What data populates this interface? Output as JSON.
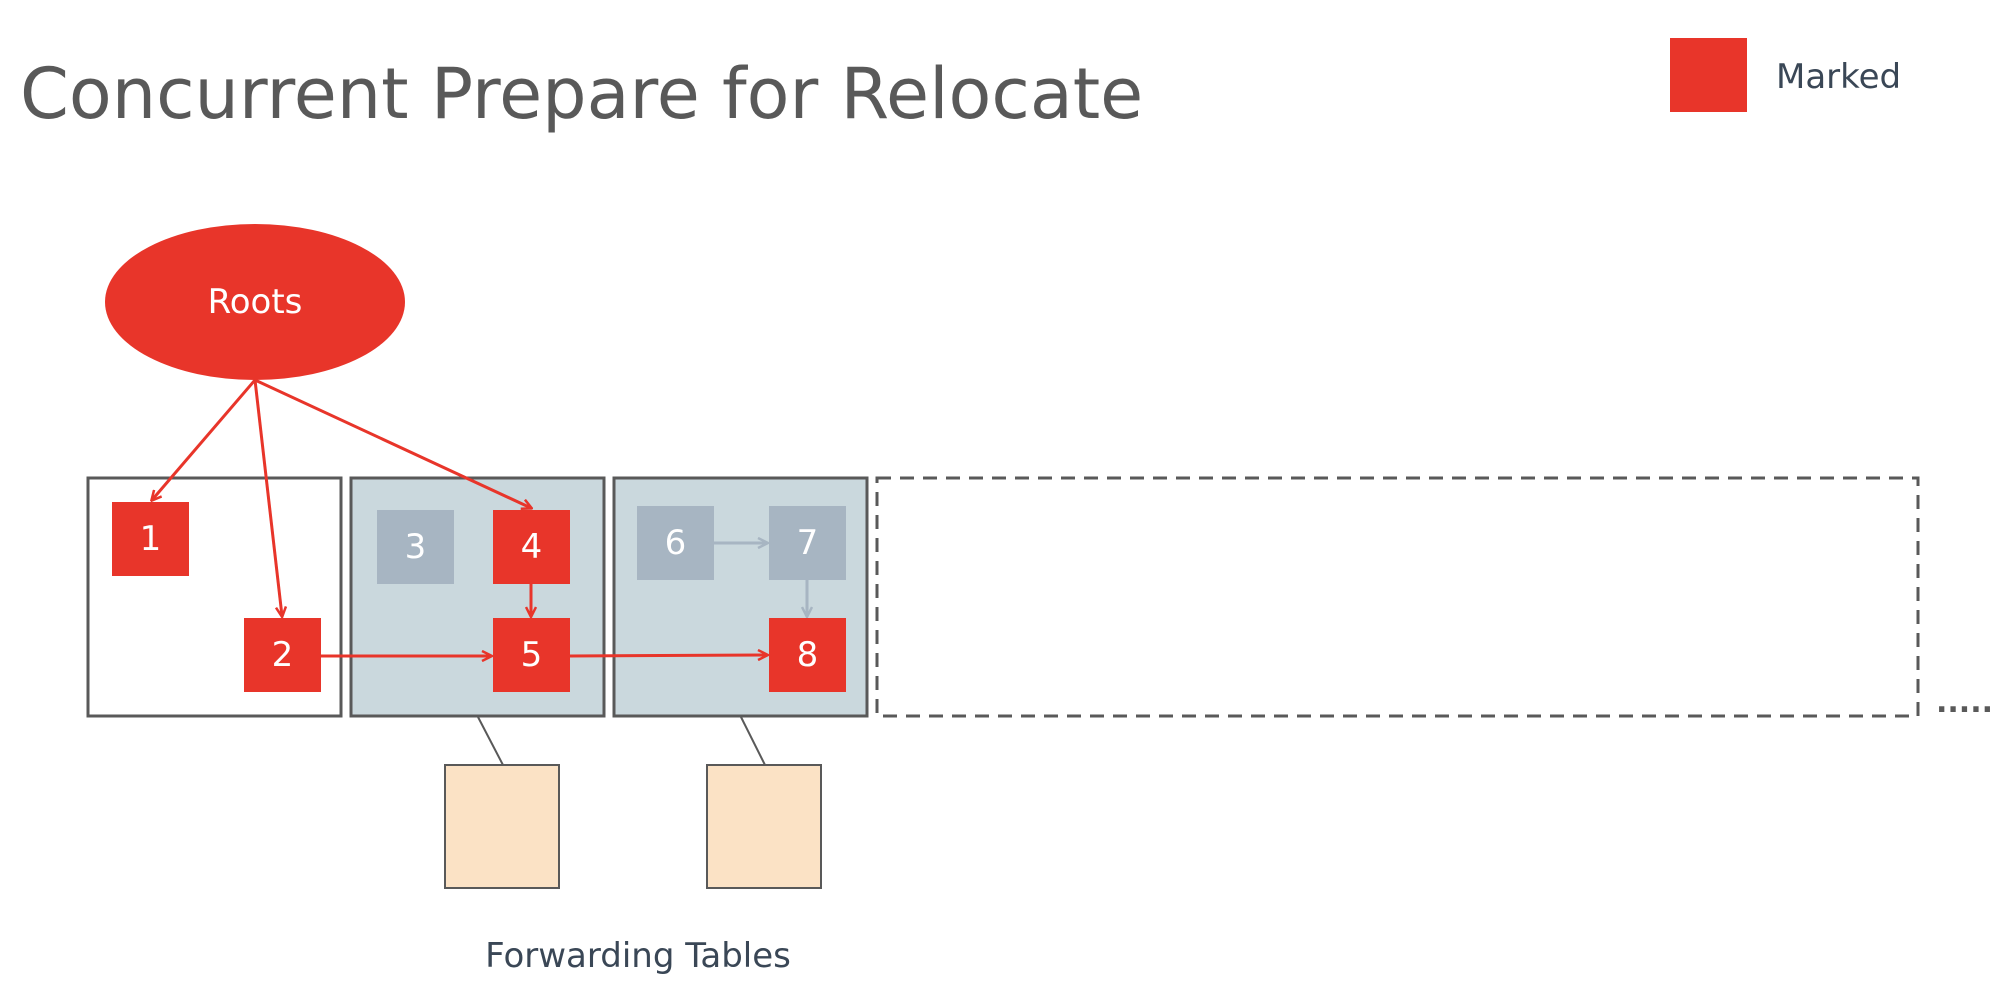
{
  "title": "Concurrent Prepare for Relocate",
  "legend": {
    "label": "Marked",
    "color": "#e8352a"
  },
  "roots": {
    "label": "Roots"
  },
  "objects": [
    {
      "id": "1",
      "label": "1",
      "marked": true
    },
    {
      "id": "2",
      "label": "2",
      "marked": true
    },
    {
      "id": "3",
      "label": "3",
      "marked": false
    },
    {
      "id": "4",
      "label": "4",
      "marked": true
    },
    {
      "id": "5",
      "label": "5",
      "marked": true
    },
    {
      "id": "6",
      "label": "6",
      "marked": false
    },
    {
      "id": "7",
      "label": "7",
      "marked": false
    },
    {
      "id": "8",
      "label": "8",
      "marked": true
    }
  ],
  "references": [
    {
      "from": "roots",
      "to": "1",
      "marked": true
    },
    {
      "from": "roots",
      "to": "2",
      "marked": true
    },
    {
      "from": "roots",
      "to": "4",
      "marked": true
    },
    {
      "from": "2",
      "to": "5",
      "marked": true
    },
    {
      "from": "4",
      "to": "5",
      "marked": true
    },
    {
      "from": "5",
      "to": "8",
      "marked": true
    },
    {
      "from": "6",
      "to": "7",
      "marked": false
    },
    {
      "from": "7",
      "to": "8",
      "marked": false
    }
  ],
  "continuation": ".....",
  "forwarding_tables_label": "Forwarding Tables",
  "colors": {
    "marked": "#e8352a",
    "unmarked": "#a7b5c2",
    "relocation_page_fill": "#cad8dd",
    "page_border": "#595959",
    "forwarding_table_fill": "#fbe2c5",
    "unmarked_arrow": "#a7b5c2"
  }
}
